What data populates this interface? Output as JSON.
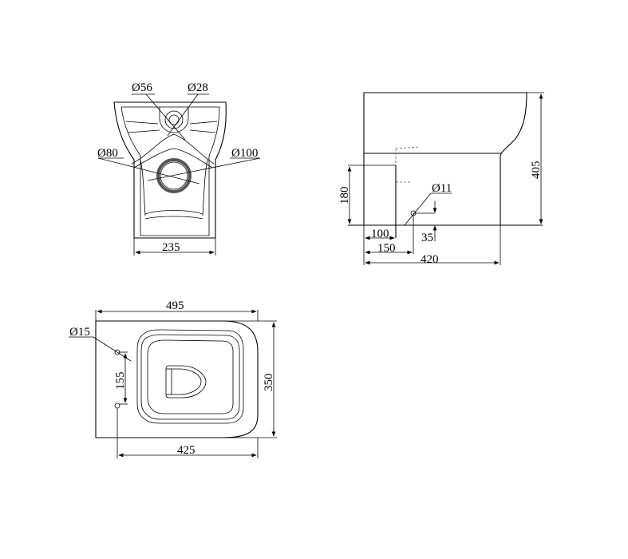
{
  "front_view": {
    "label_outlet_outer": "Ø56",
    "label_outlet_inner": "Ø28",
    "label_inlet_inner": "Ø80",
    "label_inlet_outer": "Ø100",
    "width": "235"
  },
  "side_view": {
    "height": "405",
    "inlet_height": "180",
    "hole_diameter": "Ø11",
    "hole_offset_vertical": "35",
    "dim_100": "100",
    "dim_150": "150",
    "depth": "420"
  },
  "top_view": {
    "length": "495",
    "width": "350",
    "fixing_hole": "Ø15",
    "hole_spacing": "155",
    "hole_to_front": "425"
  }
}
